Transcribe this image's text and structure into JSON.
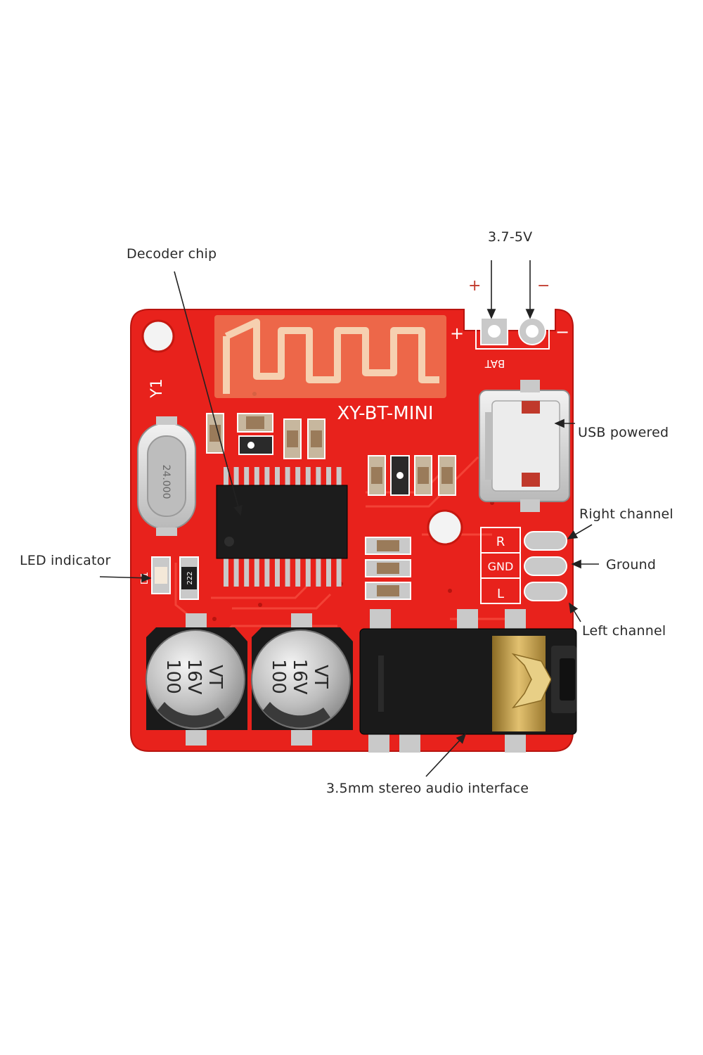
{
  "labels": {
    "decoder_chip": "Decoder chip",
    "battery_voltage": "3.7-5V",
    "battery_plus": "+",
    "battery_minus": "−",
    "usb_powered": "USB powered",
    "right_channel": "Right channel",
    "ground": "Ground",
    "left_channel": "Left channel",
    "led_indicator": "LED indicator",
    "audio_interface": "3.5mm stereo audio interface"
  },
  "board": {
    "model": "XY-BT-MINI",
    "silk_y1": "Y1",
    "silk_d1": "D1",
    "silk_bat": "BAT",
    "silk_plus": "+",
    "silk_minus": "−",
    "pad_r": "R",
    "pad_gnd": "GND",
    "pad_l": "L",
    "resistor_code": "222",
    "crystal_mark": "24.000",
    "cap_value": "100",
    "cap_voltage": "16V",
    "cap_series": "VT"
  },
  "colors": {
    "pcb": "#e8221c",
    "pcb_trace": "#f23a2e",
    "solder": "#c9c9c9",
    "antenna": "#f0a070",
    "chip": "#1c1c1c",
    "jack": "#1a1a1a",
    "gold": "#c9a24a"
  },
  "icons": {
    "pointer": "arrow-line-icon"
  }
}
